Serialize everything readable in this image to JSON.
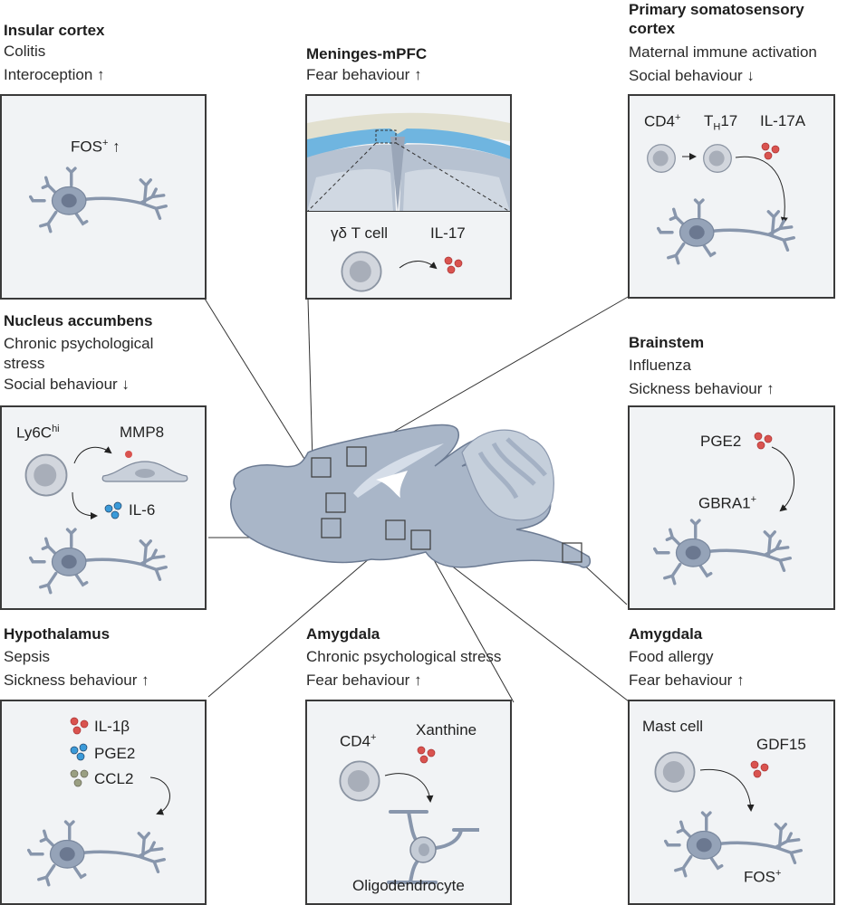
{
  "colors": {
    "panel_bg": "#f1f3f5",
    "panel_border": "#3a3a3a",
    "neuron": "#95a3b8",
    "neuron_nucleus": "#6b7890",
    "brain": "#a9b6c8",
    "brain_outline": "#6b7a92",
    "cerebellum": "#c5cfdb",
    "cytokine_red": "#d9534f",
    "cytokine_blue": "#3a9ad9",
    "cytokine_olive": "#9a9f82",
    "meninges_blue": "#6fb5e0",
    "skull": "#e2e0cf"
  },
  "regions": [
    {
      "id": "insular",
      "title": "Insular cortex",
      "lines": [
        "Colitis",
        "Interoception ↑"
      ],
      "labels": {
        "marker": "FOS",
        "marker_sup": "+",
        "arrow": "↑"
      }
    },
    {
      "id": "meninges",
      "title": "Meninges-mPFC",
      "lines": [
        "Fear behaviour ↑"
      ],
      "labels": {
        "cell": "γδ T cell",
        "cytokine": "IL-17"
      }
    },
    {
      "id": "somatosensory",
      "title_lines": [
        "Primary somatosensory",
        "cortex"
      ],
      "lines": [
        "Maternal immune activation",
        "Social behaviour ↓"
      ],
      "labels": {
        "cell1": "CD4",
        "cell1_sup": "+",
        "cell2_main": "T",
        "cell2_sub": "H",
        "cell2_rest": "17",
        "cytokine": "IL-17A"
      }
    },
    {
      "id": "accumbens",
      "title": "Nucleus accumbens",
      "lines": [
        "Chronic psychological",
        "stress",
        "Social behaviour ↓"
      ],
      "labels": {
        "cell": "Ly6C",
        "cell_sup": "hi",
        "enzyme": "MMP8",
        "cytokine": "IL-6"
      }
    },
    {
      "id": "brainstem",
      "title": "Brainstem",
      "lines": [
        "Influenza",
        "Sickness behaviour ↑"
      ],
      "labels": {
        "cytokine": "PGE2",
        "marker": "GBRA1",
        "marker_sup": "+"
      }
    },
    {
      "id": "hypothalamus",
      "title": "Hypothalamus",
      "lines": [
        "Sepsis",
        "Sickness behaviour ↑"
      ],
      "labels": {
        "c1": "IL-1β",
        "c2": "PGE2",
        "c3": "CCL2"
      }
    },
    {
      "id": "amygdala1",
      "title": "Amygdala",
      "lines": [
        "Chronic psychological stress",
        "Fear behaviour ↑"
      ],
      "labels": {
        "cell": "CD4",
        "cell_sup": "+",
        "metabolite": "Xanthine",
        "target": "Oligodendrocyte"
      }
    },
    {
      "id": "amygdala2",
      "title": "Amygdala",
      "lines": [
        "Food allergy",
        "Fear behaviour ↑"
      ],
      "labels": {
        "cell": "Mast cell",
        "cytokine": "GDF15",
        "marker": "FOS",
        "marker_sup": "+"
      }
    }
  ]
}
